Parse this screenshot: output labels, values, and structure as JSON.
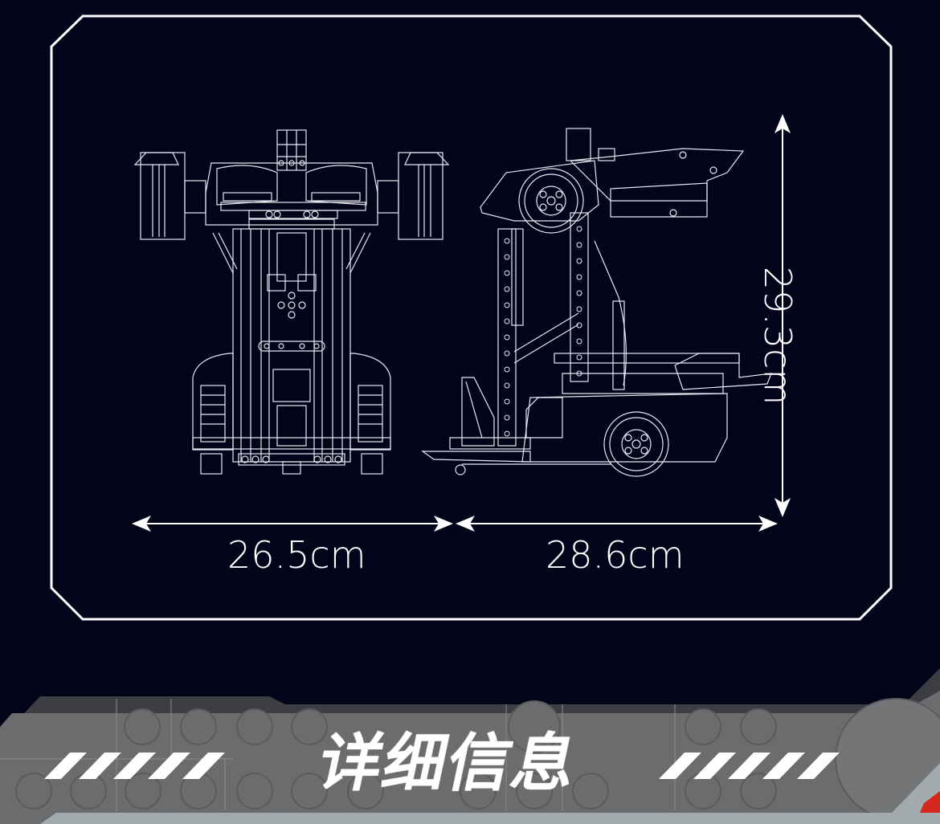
{
  "product_view": {
    "title": "详细信息",
    "views": [
      {
        "name": "front-view",
        "label": "Front view drawing"
      },
      {
        "name": "side-view",
        "label": "Side view drawing"
      }
    ],
    "dimensions": {
      "front_width": "26.5cm",
      "side_length": "28.6cm",
      "height": "29.3cm"
    }
  },
  "colors": {
    "background": "#03031a",
    "line": "#ffffff",
    "banner_gray": "#6b6c6e",
    "banner_dark": "#3d3e42",
    "banner_light": "#a3aaae",
    "accent_red": "#d4291c"
  }
}
